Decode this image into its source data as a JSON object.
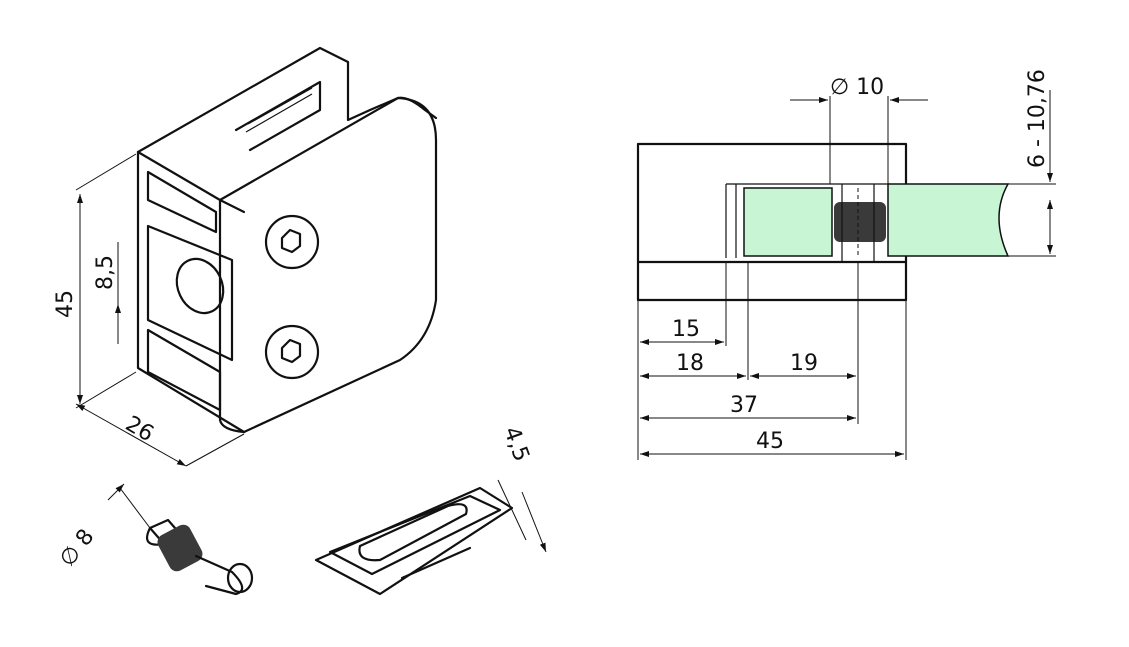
{
  "dimensions": {
    "iso_height": "45",
    "iso_hole_offset": "8,5",
    "iso_depth": "26",
    "pin_diameter": "∅ 8",
    "insert_thickness": "4,5",
    "side_diameter": "∅ 10",
    "glass_range": "6 - 10,76",
    "d15": "15",
    "d18": "18",
    "d19": "19",
    "d37": "37",
    "d45": "45"
  },
  "colors": {
    "line": "#111111",
    "glass_fill": "#c8f5d4",
    "rubber_fill": "#3a3a3a",
    "pin_highlight": "#f3e3ee",
    "background": "#ffffff"
  }
}
